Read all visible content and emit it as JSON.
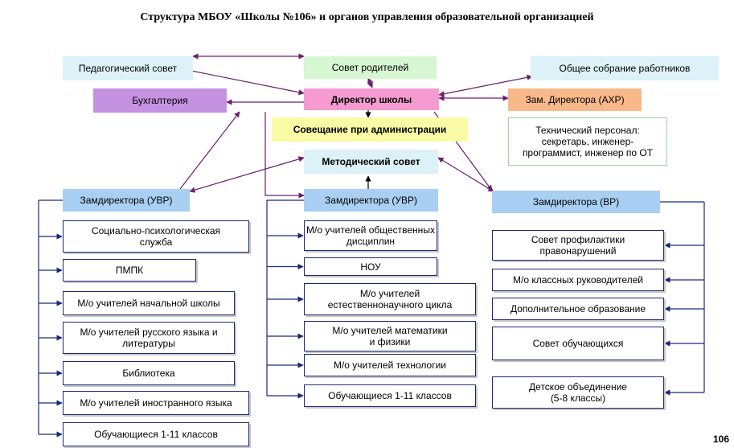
{
  "title": "Структура МБОУ «Школы №106» и органов управления образовательной организацией",
  "page_number": "106",
  "colors": {
    "light_blue": "#dcf2f8",
    "light_green": "#d6f7d1",
    "violet": "#c592e2",
    "pink": "#f59bd2",
    "yellow": "#fbfba6",
    "orange": "#f8b88a",
    "deputy_blue": "#a9cff2",
    "line_purple": "#6b1e6e",
    "line_navy": "#1a2a78"
  },
  "nodes": {
    "ped_council": "Педагогический совет",
    "parents_council": "Совет родителей",
    "staff_meeting": "Общее собрание работников",
    "accounting": "Бухгалтерия",
    "director": "Директор школы",
    "deputy_ahr": "Зам. Директора (АХР)",
    "admin_meeting": "Совещание при администрации",
    "tech_staff": "Технический персонал:\nсекретарь, инженер-\nпрограммист, инженер по ОТ",
    "method_council": "Методический совет",
    "deputy_uvr_1": "Замдиректора (УВР)",
    "deputy_uvr_2": "Замдиректора (УВР)",
    "deputy_vr": "Замдиректора (ВР)"
  },
  "col1": [
    "Социально-психологическая\nслужба",
    "ПМПК",
    "М/о учителей начальной школы",
    "М/о учителей русского языка и\nлитературы",
    "Библиотека",
    "М/о учителей иностранного языка",
    "Обучающиеся 1-11 классов"
  ],
  "col2": [
    "М/о учителей общественных\nдисциплин",
    "НОУ",
    "М/о учителей\nестественнонаучного цикла",
    "М/о учителей математики\nи физики",
    "М/о учителей технологии",
    "Обучающиеся 1-11 классов"
  ],
  "col3": [
    "Совет профилактики\nправонарушений",
    "М/о классных руководителей",
    "Дополнительное образование",
    "Совет обучающихся",
    "Детское объединение\n(5-8 классы)"
  ]
}
